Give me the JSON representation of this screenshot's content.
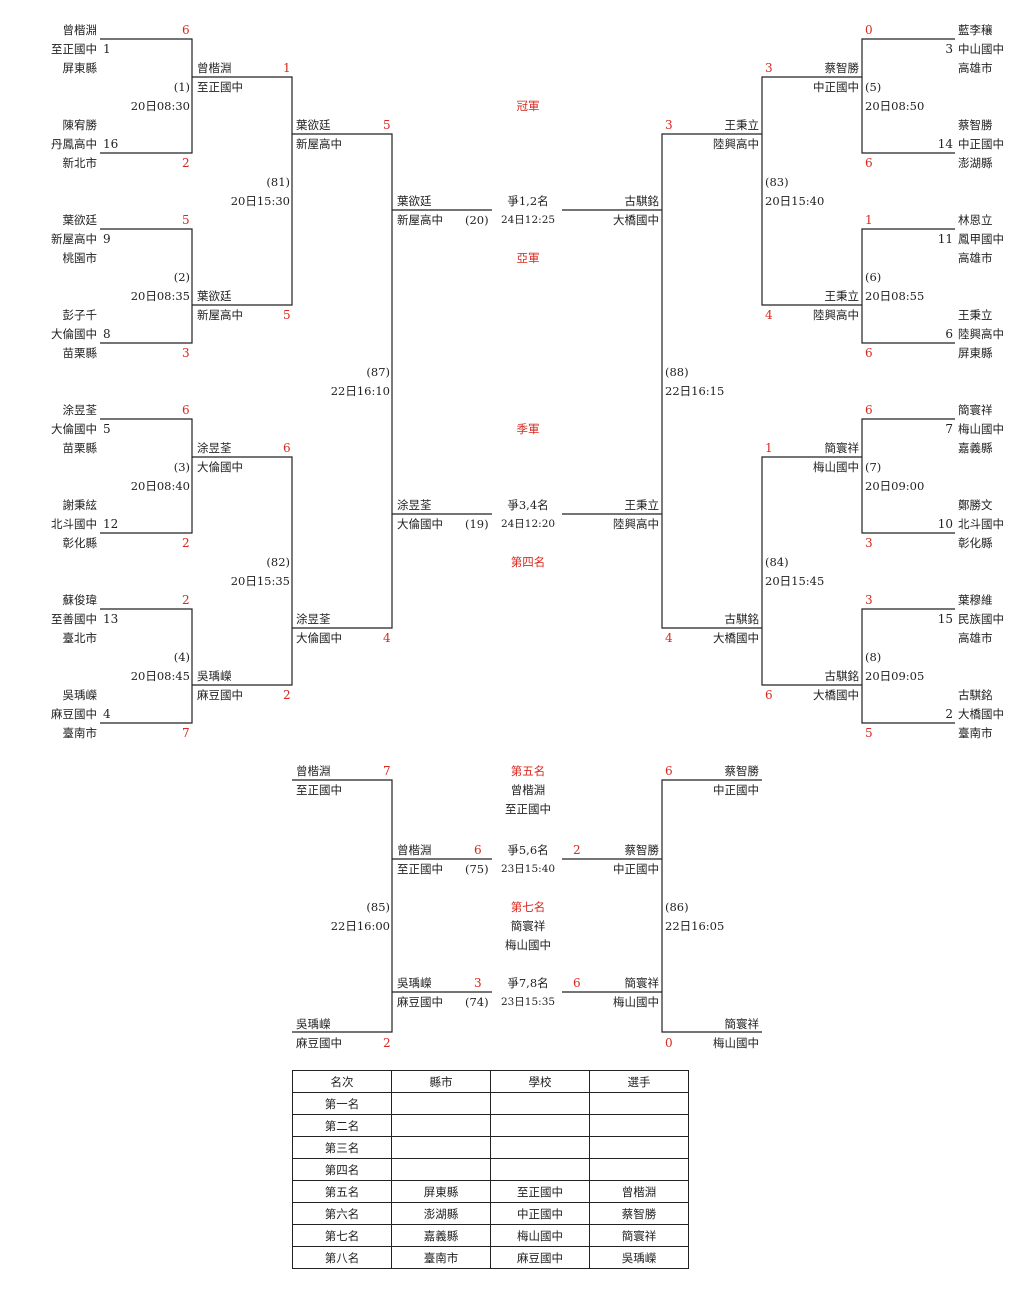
{
  "players": {
    "p1": {
      "name": "曾楷淵",
      "school": "至正國中",
      "city": "屏東縣",
      "seed": "1"
    },
    "p16": {
      "name": "陳宥勝",
      "school": "丹鳳高中",
      "city": "新北市",
      "seed": "16"
    },
    "p9": {
      "name": "葉欲廷",
      "school": "新屋高中",
      "city": "桃園市",
      "seed": "9"
    },
    "p8": {
      "name": "彭子千",
      "school": "大倫國中",
      "city": "苗栗縣",
      "seed": "8"
    },
    "p5": {
      "name": "涂昱荃",
      "school": "大倫國中",
      "city": "苗栗縣",
      "seed": "5"
    },
    "p12": {
      "name": "謝秉絃",
      "school": "北斗國中",
      "city": "彰化縣",
      "seed": "12"
    },
    "p13": {
      "name": "蘇俊瑋",
      "school": "至善國中",
      "city": "臺北市",
      "seed": "13"
    },
    "p4": {
      "name": "吳瑀嶸",
      "school": "麻豆國中",
      "city": "臺南市",
      "seed": "4"
    },
    "p3": {
      "name": "藍李穰",
      "school": "中山國中",
      "city": "高雄市",
      "seed": "3"
    },
    "p14": {
      "name": "蔡智勝",
      "school": "中正國中",
      "city": "澎湖縣",
      "seed": "14"
    },
    "p11": {
      "name": "林恩立",
      "school": "鳳甲國中",
      "city": "高雄市",
      "seed": "11"
    },
    "p6": {
      "name": "王秉立",
      "school": "陸興高中",
      "city": "屏東縣",
      "seed": "6"
    },
    "p7": {
      "name": "簡寰祥",
      "school": "梅山國中",
      "city": "嘉義縣",
      "seed": "7"
    },
    "p10": {
      "name": "鄭勝文",
      "school": "北斗國中",
      "city": "彰化縣",
      "seed": "10"
    },
    "p15": {
      "name": "葉穆維",
      "school": "民族國中",
      "city": "高雄市",
      "seed": "15"
    },
    "p2": {
      "name": "古騏銘",
      "school": "大橋國中",
      "city": "臺南市",
      "seed": "2"
    }
  },
  "scores": {
    "s_p1": "6",
    "s_p16": "2",
    "s_p9": "5",
    "s_p8": "3",
    "s_p5": "6",
    "s_p12": "2",
    "s_p13": "2",
    "s_p4": "7",
    "s_p3": "0",
    "s_p14": "6",
    "s_p11": "1",
    "s_p6": "6",
    "s_p7": "6",
    "s_p10": "3",
    "s_p15": "3",
    "s_p2": "5",
    "r2_tl": "1",
    "r2_bl": "5",
    "r2_tl2": "6",
    "r2_bl2": "2",
    "r2_tr": "3",
    "r2_br": "4",
    "r2_tr2": "1",
    "r2_br2": "6",
    "sf_tl": "5",
    "sf_bl": "4",
    "sf_tr": "3",
    "sf_br": "4",
    "pl_tl": "7",
    "pl_bl": "2",
    "pl_tr": "6",
    "pl_br": "0",
    "m56_l": "6",
    "m56_r": "2",
    "m78_l": "3",
    "m78_r": "6"
  },
  "matches": {
    "m1": {
      "no": "(1)",
      "time": "20日08:30"
    },
    "m2": {
      "no": "(2)",
      "time": "20日08:35"
    },
    "m3": {
      "no": "(3)",
      "time": "20日08:40"
    },
    "m4": {
      "no": "(4)",
      "time": "20日08:45"
    },
    "m5": {
      "no": "(5)",
      "time": "20日08:50"
    },
    "m6": {
      "no": "(6)",
      "time": "20日08:55"
    },
    "m7": {
      "no": "(7)",
      "time": "20日09:00"
    },
    "m8": {
      "no": "(8)",
      "time": "20日09:05"
    },
    "m81": {
      "no": "(81)",
      "time": "20日15:30"
    },
    "m82": {
      "no": "(82)",
      "time": "20日15:35"
    },
    "m83": {
      "no": "(83)",
      "time": "20日15:40"
    },
    "m84": {
      "no": "(84)",
      "time": "20日15:45"
    },
    "m87": {
      "no": "(87)",
      "time": "22日16:10"
    },
    "m88": {
      "no": "(88)",
      "time": "22日16:15"
    },
    "m20": {
      "no": "(20)",
      "time": "24日12:25",
      "label": "爭1,2名"
    },
    "m19": {
      "no": "(19)",
      "time": "24日12:20",
      "label": "爭3,4名"
    },
    "m85": {
      "no": "(85)",
      "time": "22日16:00"
    },
    "m86": {
      "no": "(86)",
      "time": "22日16:05"
    },
    "m75": {
      "no": "(75)",
      "time": "23日15:40",
      "label": "爭5,6名"
    },
    "m74": {
      "no": "(74)",
      "time": "23日15:35",
      "label": "爭7,8名"
    }
  },
  "titles": {
    "champion": "冠軍",
    "runner_up": "亞軍",
    "third": "季軍",
    "fourth": "第四名",
    "fifth": "第五名",
    "seventh": "第七名"
  },
  "placement_results": {
    "fifth_name": "曾楷淵",
    "fifth_school": "至正國中",
    "seventh_name": "簡寰祥",
    "seventh_school": "梅山國中"
  },
  "results_table": {
    "headers": [
      "名次",
      "縣市",
      "學校",
      "選手"
    ],
    "rows": [
      [
        "第一名",
        "",
        "",
        ""
      ],
      [
        "第二名",
        "",
        "",
        ""
      ],
      [
        "第三名",
        "",
        "",
        ""
      ],
      [
        "第四名",
        "",
        "",
        ""
      ],
      [
        "第五名",
        "屏東縣",
        "至正國中",
        "曾楷淵"
      ],
      [
        "第六名",
        "澎湖縣",
        "中正國中",
        "蔡智勝"
      ],
      [
        "第七名",
        "嘉義縣",
        "梅山國中",
        "簡寰祥"
      ],
      [
        "第八名",
        "臺南市",
        "麻豆國中",
        "吳瑀嶸"
      ]
    ]
  }
}
